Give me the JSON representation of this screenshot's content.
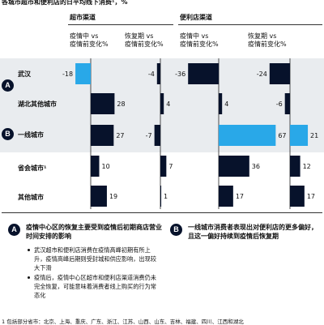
{
  "header": {
    "title": "各城市超市和便利店的日平均线下消费¹，%"
  },
  "channels": [
    {
      "label": "超市渠道"
    },
    {
      "label": "便利店渠道"
    }
  ],
  "column_headers": [
    "疫情中 vs\n疫情前变化%",
    "恢复期 vs\n疫情前变化%",
    "疫情中 vs\n疫情前变化%",
    "恢复期 vs\n疫情前变化%"
  ],
  "badges": {
    "a": "A",
    "b": "B"
  },
  "colors": {
    "dark": "#07122b",
    "highlight": "#29a8e8",
    "band": "#e9ecef"
  },
  "chart_data": {
    "type": "bar",
    "orientation": "horizontal",
    "categories": [
      "武汉",
      "湖北其他城市",
      "一线城市",
      "省会城市¹",
      "其他城市"
    ],
    "series": [
      {
        "group": "超市渠道",
        "period": "疫情中 vs 疫情前变化%",
        "values": [
          -18,
          28,
          27,
          10,
          19
        ]
      },
      {
        "group": "超市渠道",
        "period": "恢复期 vs 疫情前变化%",
        "values": [
          -4,
          4,
          -7,
          7,
          1
        ]
      },
      {
        "group": "便利店渠道",
        "period": "疫情中 vs 疫情前变化%",
        "values": [
          -36,
          4,
          67,
          36,
          17
        ]
      },
      {
        "group": "便利店渠道",
        "period": "恢复期 vs 疫情前变化%",
        "values": [
          -24,
          -6,
          21,
          12,
          17
        ]
      }
    ],
    "highlighted": [
      [
        0,
        0
      ],
      [
        2,
        2
      ],
      [
        2,
        3
      ]
    ]
  },
  "notes": {
    "a": {
      "heading": "疫情中心区的恢复主要受到疫情后初期商店营业时间安排的影响",
      "bullets": [
        "武汉超市和便利店消费在疫情高峰初期有所上升，疫情高峰后期则受封城和供应影响，出现较大下滑",
        "疫情后，疫情中心区超市和便利店渠道消费仍未完全恢复，可能意味着消费者线上购买的行为常态化"
      ]
    },
    "b": {
      "heading": "一线城市消费者表现出对便利店的更多偏好，且这一偏好持续到疫情后恢复期"
    }
  },
  "footnote": "1 包括部分省市：北京、上海、重庆、广东、浙江、江苏、山西、山东、吉林、福建、四川、江西和湖北"
}
